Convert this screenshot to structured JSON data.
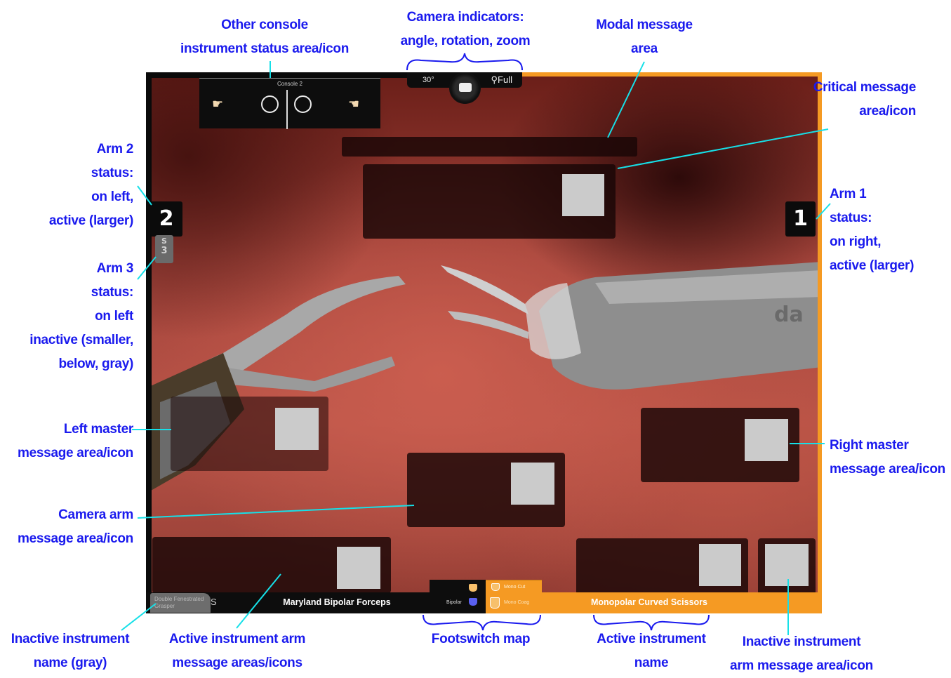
{
  "labels": {
    "other_console": [
      "Other console",
      "instrument status area/icon"
    ],
    "camera_indicators": [
      "Camera indicators:",
      "angle, rotation, zoom"
    ],
    "modal_message": [
      "Modal message",
      "area"
    ],
    "critical_message": [
      "Critical message",
      "area/icon"
    ],
    "arm2_status": [
      "Arm 2",
      "status:",
      "on left,",
      "active (larger)"
    ],
    "arm1_status": [
      "Arm 1",
      "status:",
      "on right,",
      "active (larger)"
    ],
    "arm3_status": [
      "Arm 3",
      "status:",
      "on left",
      "inactive (smaller,",
      "below, gray)"
    ],
    "left_master": [
      "Left master",
      "message area/icon"
    ],
    "right_master": [
      "Right master",
      "message area/icon"
    ],
    "camera_arm": [
      "Camera arm",
      "message area/icon"
    ],
    "inactive_instrument_name": [
      "Inactive instrument",
      "name (gray)"
    ],
    "active_instrument_arm": [
      "Active instrument arm",
      "message areas/icons"
    ],
    "footswitch_map": [
      "Footswitch map"
    ],
    "active_instrument_name": [
      "Active instrument",
      "name"
    ],
    "inactive_instrument_arm": [
      "Inactive instrument",
      "arm message area/icon"
    ]
  },
  "screen": {
    "console_label": "Console 2",
    "camera_angle": "30°",
    "camera_zoom": "Full",
    "arm_left_active": "2",
    "arm_left_inactive": "3",
    "arm_right_active": "1",
    "swap_symbol": "S",
    "inactive_instrument": "Double Fenestrated Grasper",
    "active_instrument_left": "Maryland Bipolar Forceps",
    "active_instrument_right": "Monopolar Curved Scissors",
    "footswitch": {
      "left_label": "Bipolar",
      "right_top": "Mono Cut",
      "right_bottom": "Mono Coag"
    },
    "scope_text": "da"
  },
  "colors": {
    "label_blue": "#1a1aee",
    "leader_cyan": "#16e0e8",
    "active_orange": "#f59a23",
    "message_icon_gray": "#cbcbcb"
  }
}
